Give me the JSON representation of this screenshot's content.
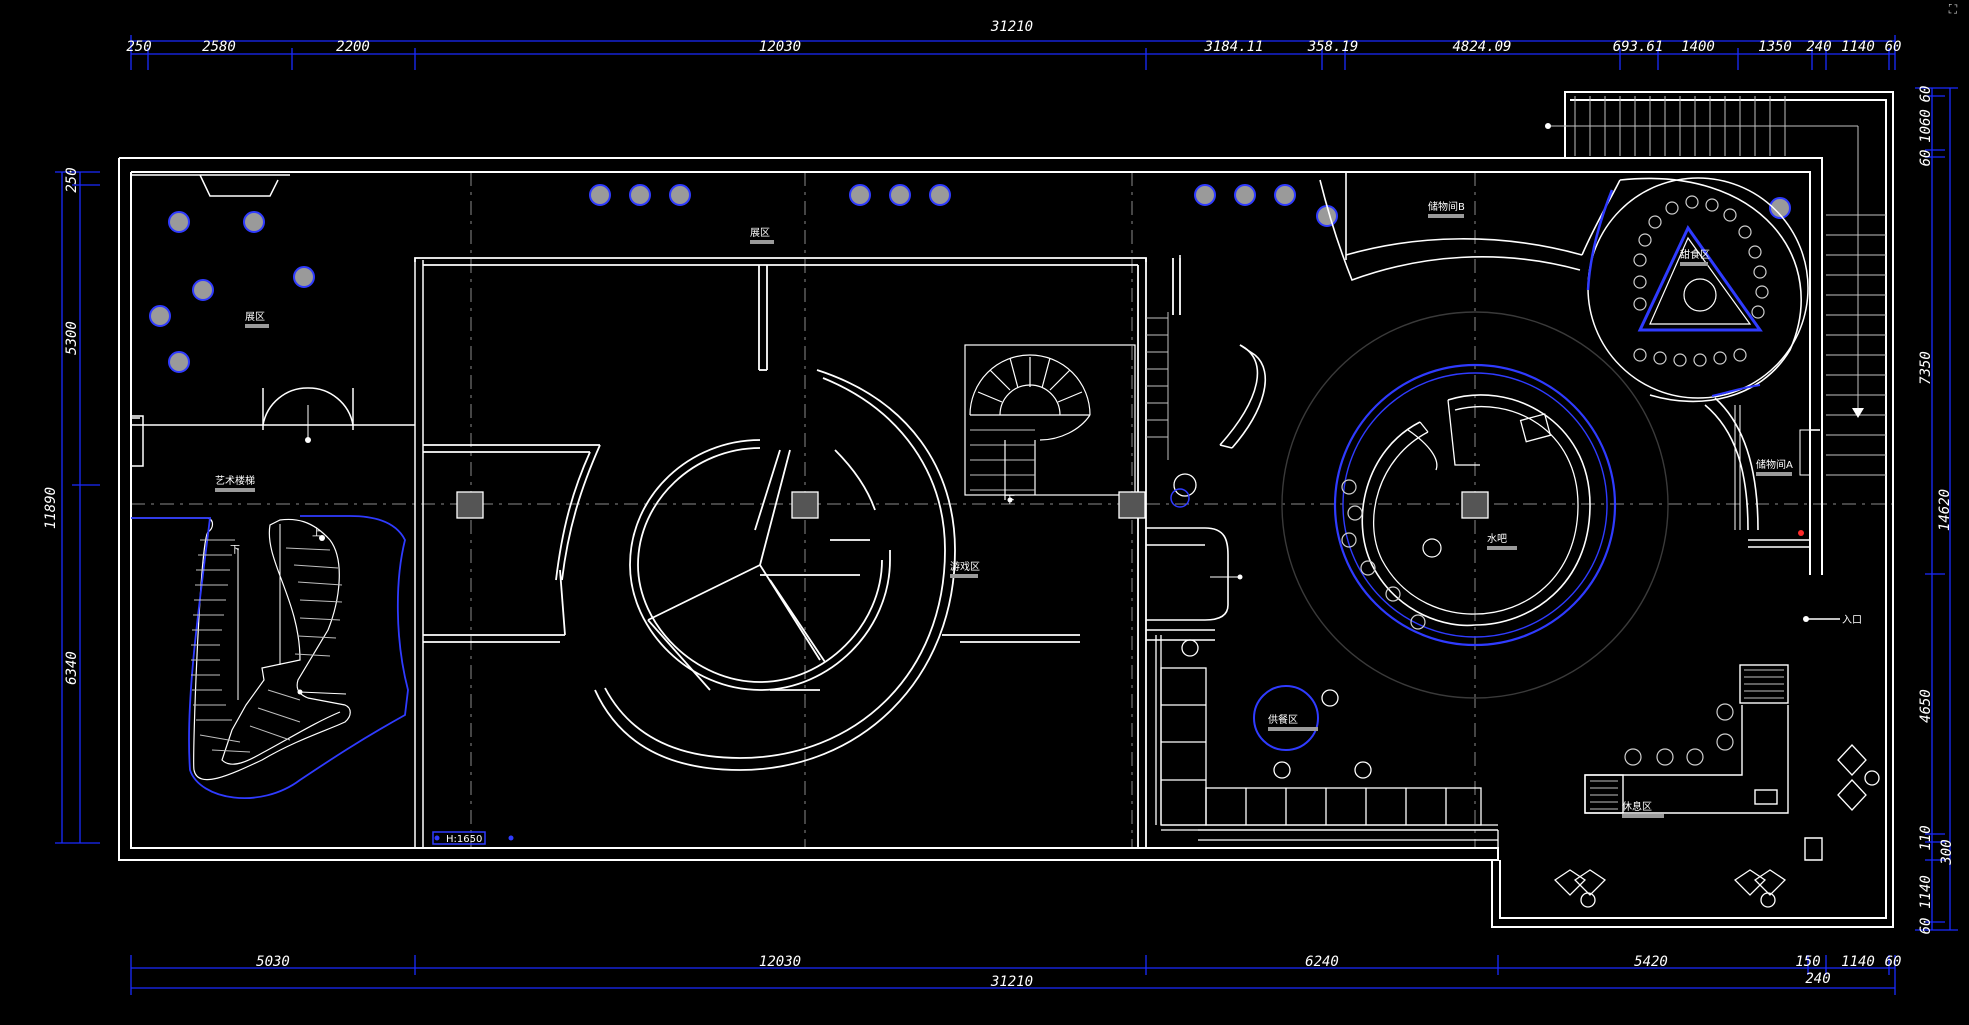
{
  "colors": {
    "background": "#000000",
    "wall": "#ffffff",
    "dimension": "#1a2bff",
    "grid": "#8a8a8a",
    "accent": "#2f3bff",
    "marker": "#ff2a2a"
  },
  "dimensions": {
    "top_total": "31210",
    "top_segments": [
      "250",
      "2580",
      "2200",
      "12030",
      "3184.11",
      "358.19",
      "4824.09",
      "693.61",
      "1400",
      "1350",
      "240",
      "1140",
      "60"
    ],
    "bottom_segments": [
      "5030",
      "12030",
      "6240",
      "5420",
      "150",
      "1140",
      "60"
    ],
    "bottom_total": "31210",
    "bottom_extra": "240",
    "left_total": "11890",
    "left_segments": [
      "250",
      "5300",
      "6340"
    ],
    "right_total": "14620",
    "right_segments": [
      "60",
      "1060",
      "60",
      "7350",
      "4650",
      "110",
      "300",
      "1140",
      "60"
    ]
  },
  "room_labels": {
    "zone_a": "展区",
    "zone_b": "展区",
    "art_stair": "艺术楼梯",
    "stair_up_1": "上",
    "stair_down_1": "下",
    "stair_down_2": "下",
    "game_area": "游戏区",
    "storage_b": "储物间B",
    "dessert_area": "甜食区",
    "storage_a": "储物间A",
    "water_bar": "水吧",
    "entrance": "入口",
    "snack_area": "供餐区",
    "rest_area": "休息区",
    "height_tag": "H:1650"
  },
  "icons": {
    "corner": "fullscreen-icon"
  }
}
